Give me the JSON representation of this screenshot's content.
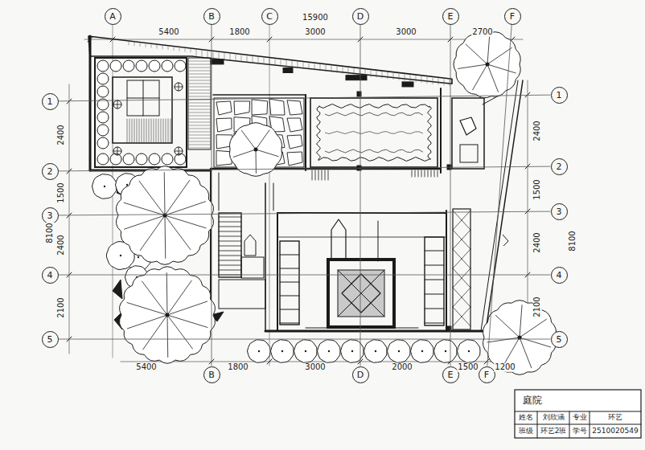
{
  "diagram": {
    "nodes": [
      {
        "text": [
          "A"
        ]
      },
      {
        "text": [
          "B"
        ]
      },
      {
        "text": [
          "C"
        ]
      },
      {
        "text": [
          "D"
        ]
      },
      {
        "text": [
          "E"
        ]
      },
      {
        "text": [
          "F"
        ]
      },
      {
        "text": [
          "1"
        ]
      },
      {
        "text": [
          "2"
        ]
      },
      {
        "text": [
          "3"
        ]
      },
      {
        "text": [
          "4"
        ]
      },
      {
        "text": [
          "5"
        ]
      },
      {
        "text": [
          "1"
        ]
      },
      {
        "text": [
          "2"
        ]
      },
      {
        "text": [
          "3"
        ]
      },
      {
        "text": [
          "4"
        ]
      },
      {
        "text": [
          "5"
        ]
      },
      {
        "text": [
          "B"
        ]
      },
      {
        "text": [
          "D"
        ]
      },
      {
        "text": [
          "E"
        ]
      },
      {
        "text": [
          "F"
        ]
      }
    ],
    "edges": [
      {
        "from": 1,
        "to": 16,
        "arrow": "none"
      },
      {
        "from": 3,
        "to": 17,
        "arrow": "none"
      },
      {
        "from": 4,
        "to": 18,
        "arrow": "none"
      },
      {
        "from": 5,
        "to": 19,
        "arrow": "none"
      },
      {
        "from": 6,
        "to": 11,
        "arrow": "none"
      },
      {
        "from": 7,
        "to": 12,
        "arrow": "none"
      },
      {
        "from": 8,
        "to": 13,
        "arrow": "none"
      },
      {
        "from": 9,
        "to": 14,
        "arrow": "none"
      },
      {
        "from": 10,
        "to": 15,
        "arrow": "none"
      }
    ],
    "labels": [
      "5400",
      "1800",
      "15900",
      "3000",
      "3000",
      "2700",
      "2400",
      "1500",
      "8100",
      "2400",
      "2100",
      "2400",
      "1500",
      "8100",
      "2400",
      "2100",
      "5400",
      "1800",
      "3000",
      "2000",
      "1500",
      "1200",
      "庭院",
      "姓名",
      "刘欣涵",
      "专业",
      "环艺",
      "班级",
      "环艺2班",
      "学号",
      "2510020549"
    ]
  }
}
